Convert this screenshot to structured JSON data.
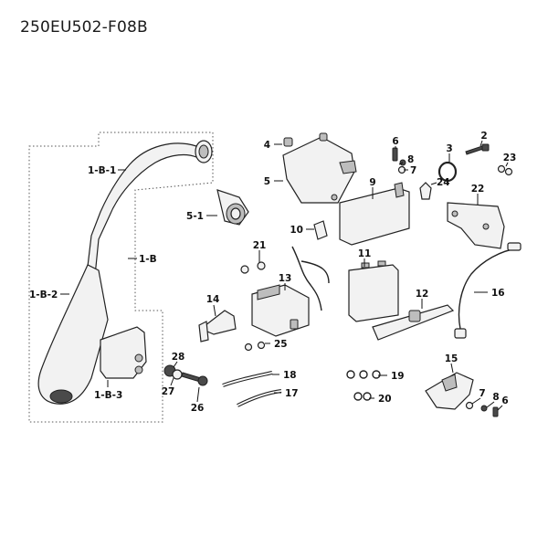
{
  "title": "250EU502-F08B",
  "callouts": [
    "1-B-1",
    "1-B",
    "1-B-2",
    "1-B-3",
    "2",
    "3",
    "4",
    "5",
    "5-1",
    "6",
    "7",
    "8",
    "9",
    "10",
    "11",
    "12",
    "13",
    "14",
    "15",
    "16",
    "17",
    "18",
    "19",
    "20",
    "21",
    "22",
    "23",
    "24",
    "25",
    "26",
    "27",
    "28"
  ]
}
